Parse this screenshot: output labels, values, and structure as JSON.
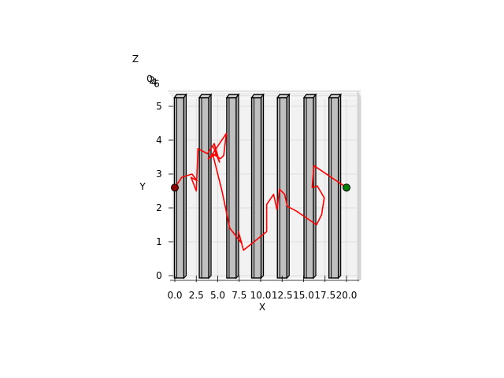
{
  "chart_data": {
    "type": "line3d",
    "title": "",
    "xlabel": "X",
    "ylabel": "Y",
    "zlabel": "Z",
    "xlim": [
      0,
      20
    ],
    "ylim": [
      0,
      5
    ],
    "x_ticks": [
      "0.0",
      "2.5",
      "5.0",
      "7.5",
      "10.0",
      "12.5",
      "15.0",
      "17.5",
      "20.0"
    ],
    "y_ticks": [
      "0",
      "1",
      "2",
      "3",
      "4",
      "5"
    ],
    "z_ticks": [
      "0",
      "2",
      "4",
      "6"
    ],
    "grid": true,
    "colors": {
      "path": "#ff0000",
      "start_marker": "#8b0000",
      "goal_marker": "#008000",
      "obstacle_fill": "#c0c0c0",
      "obstacle_edge": "#000000",
      "pane": "#f2f2f2",
      "grid": "#d9d9d9"
    },
    "obstacles_x": [
      0.5,
      3.4,
      6.6,
      9.5,
      12.5,
      15.6,
      18.5
    ],
    "start": {
      "x": 0,
      "y": 2.6
    },
    "goal": {
      "x": 20,
      "y": 2.6
    },
    "path": {
      "x": [
        0,
        0.8,
        2.0,
        2.6,
        1.9,
        2.5,
        2.7,
        3.8,
        4.6,
        5.2,
        4.5,
        4.8,
        3.9,
        4.4,
        5.2,
        6.0,
        5.7,
        5.3,
        4.4,
        5.5,
        6.4,
        7.8,
        7.4,
        8.0,
        10.7,
        10.7,
        11.5,
        11.9,
        12.2,
        12.8,
        13.1,
        14.2,
        16.5,
        17.1,
        17.4,
        16.6,
        16.0,
        16.2,
        20.0
      ],
      "y": [
        2.6,
        2.9,
        3.0,
        2.8,
        2.9,
        2.5,
        3.75,
        3.6,
        3.9,
        3.35,
        3.8,
        3.6,
        3.45,
        3.6,
        3.9,
        4.2,
        3.55,
        3.45,
        3.6,
        2.5,
        1.4,
        0.95,
        1.3,
        0.75,
        1.3,
        2.1,
        2.4,
        1.95,
        2.55,
        2.4,
        2.05,
        1.9,
        1.5,
        1.8,
        2.3,
        2.65,
        2.6,
        3.25,
        2.6
      ]
    }
  }
}
